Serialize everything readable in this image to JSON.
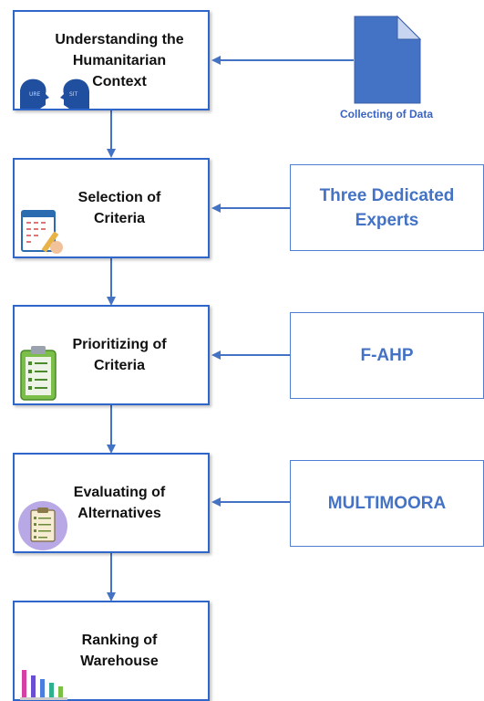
{
  "steps": [
    {
      "label": "Understanding the\nHumanitarian\nContext"
    },
    {
      "label": "Selection of\nCriteria"
    },
    {
      "label": "Prioritizing of\nCriteria"
    },
    {
      "label": "Evaluating of\nAlternatives"
    },
    {
      "label": "Ranking of\nWarehouse"
    }
  ],
  "inputs": {
    "data_source": "Collecting of Data",
    "experts": "Three Dedicated\nExperts",
    "fahp": "F-AHP",
    "multimoora": "MULTIMOORA"
  },
  "colors": {
    "box_border": "#2f66c9",
    "arrow": "#4472c4",
    "side_text": "#4472c4",
    "doc_fill": "#4472c4"
  },
  "icons": [
    "heads-icon",
    "checklist-pencil-icon",
    "clipboard-icon",
    "survey-icon",
    "bars-icon",
    "document-icon"
  ]
}
